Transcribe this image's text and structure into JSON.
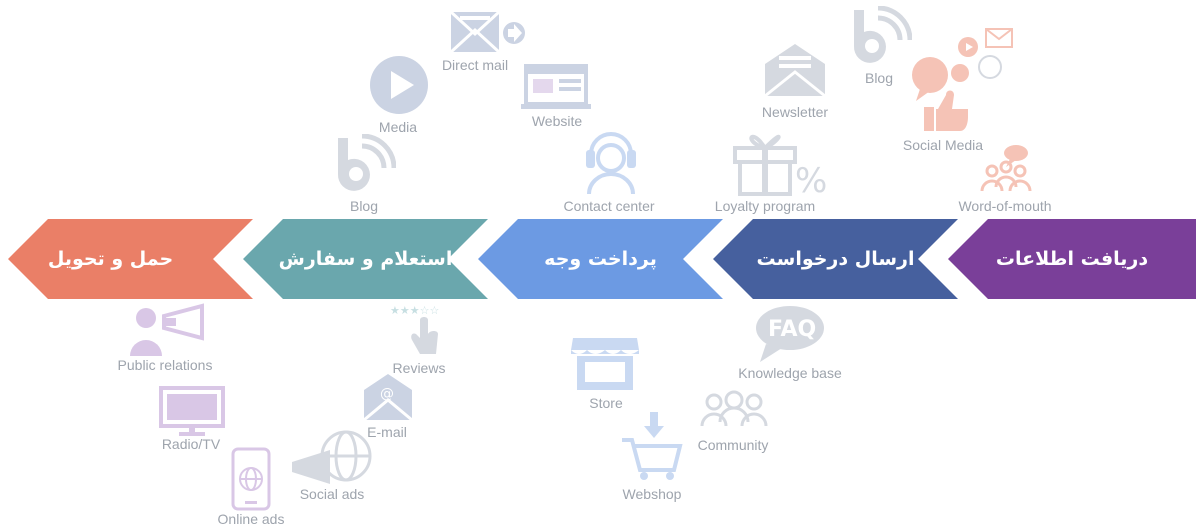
{
  "stages": [
    {
      "label": "حمل و تحویل",
      "color": "#ea7f67"
    },
    {
      "label": "استعلام و سفارش",
      "color": "#6aa7ad"
    },
    {
      "label": "پرداخت وجه",
      "color": "#6c9ae3"
    },
    {
      "label": "ارسال درخواست",
      "color": "#46609e"
    },
    {
      "label": "دریافت اطلاعات",
      "color": "#7a3f99"
    }
  ],
  "channels_top": {
    "direct_mail": "Direct mail",
    "media": "Media",
    "website": "Website",
    "blog_left": "Blog",
    "contact_center": "Contact center",
    "newsletter": "Newsletter",
    "loyalty_program": "Loyalty program",
    "blog_right": "Blog",
    "social_media": "Social Media",
    "word_of_mouth": "Word-of-mouth"
  },
  "channels_bottom": {
    "public_relations": "Public relations",
    "reviews": "Reviews",
    "radio_tv": "Radio/TV",
    "email": "E-mail",
    "social_ads": "Social ads",
    "online_ads": "Online ads",
    "store": "Store",
    "webshop": "Webshop",
    "community": "Community",
    "knowledge_base": "Knowledge base"
  },
  "icon_colors": {
    "orange": "#f5c3b6",
    "purple": "#d9c7e6",
    "gray": "#d5d9e0",
    "blue": "#c9d9f2",
    "teal": "#c7dfe2",
    "navy": "#cbd3e3"
  }
}
